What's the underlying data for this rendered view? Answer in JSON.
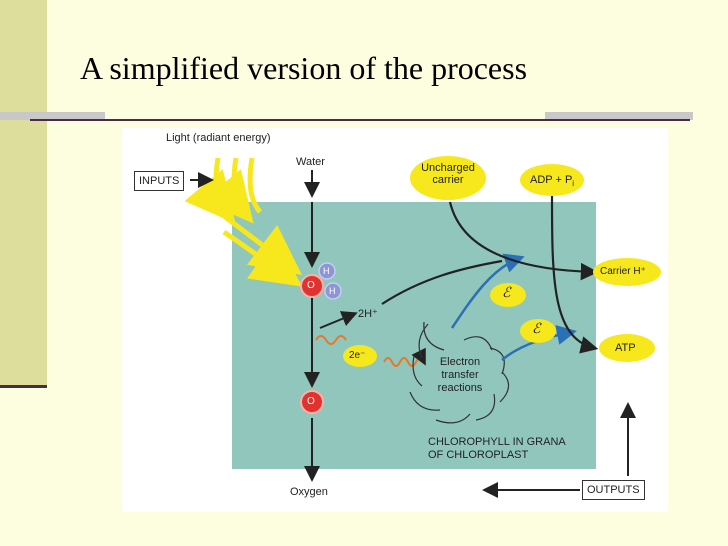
{
  "slide": {
    "title": "A simplified version of the process"
  },
  "diagram": {
    "light_label": "Light (radiant energy)",
    "inputs_label": "INPUTS",
    "outputs_label": "OUTPUTS",
    "water_label": "Water",
    "oxygen_label": "Oxygen",
    "h_atom": "H",
    "o_atom": "O",
    "protons_label": "2H⁺",
    "electrons_label": "2e⁻",
    "uncharged_carrier_line1": "Uncharged",
    "uncharged_carrier_line2": "carrier",
    "adp_label": "ADP + P",
    "adp_sub": "i",
    "carrier_h_label": "Carrier H⁺",
    "atp_label": "ATP",
    "energy_symbol": "ℰ",
    "electron_transfer_line1": "Electron",
    "electron_transfer_line2": "transfer",
    "electron_transfer_line3": "reactions",
    "chlorophyll_line1": "CHLOROPHYLL IN GRANA",
    "chlorophyll_line2": "OF CHLOROPLAST",
    "colors": {
      "teal": "#91c6bd",
      "yellow": "#f6e81c",
      "red": "#e0322e",
      "blue_atom": "#8c96d6",
      "blue_arrow": "#2b6fb5"
    }
  }
}
